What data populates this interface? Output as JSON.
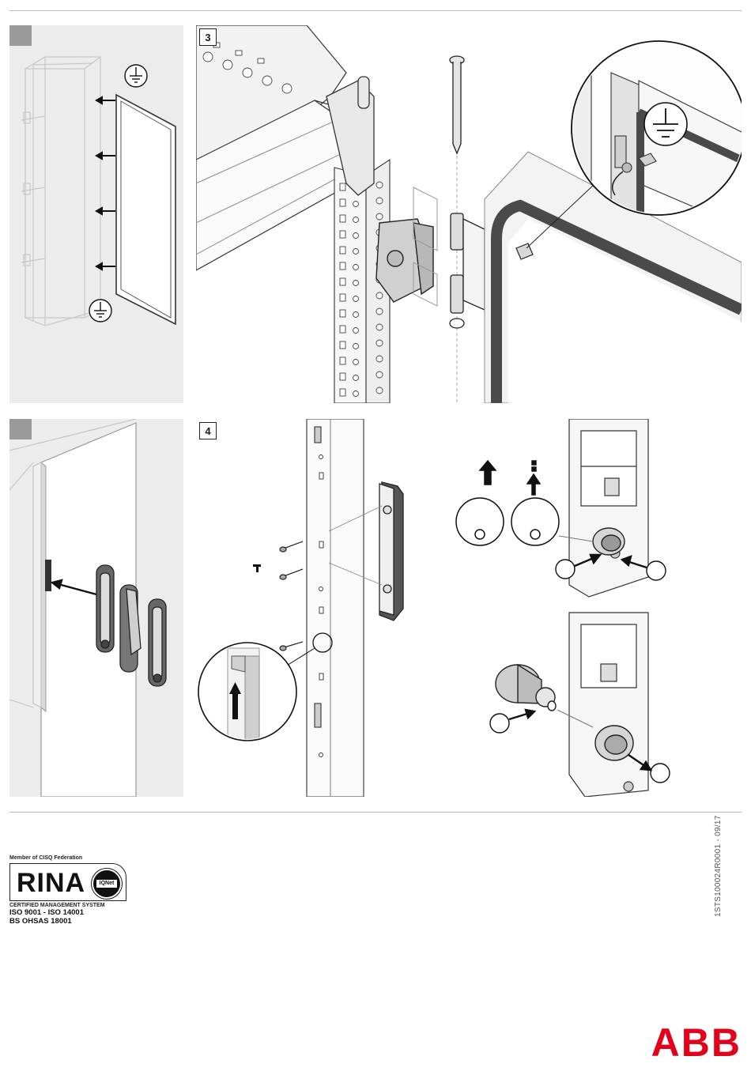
{
  "steps": [
    {
      "number": "3"
    },
    {
      "number": "4"
    }
  ],
  "document_code": "1STS100024R0001 - 09/17",
  "certification": {
    "member_text": "Member of CISQ Federation",
    "logo_text": "RINA",
    "badge_text": "IQNet",
    "system_text": "CERTIFIED MANAGEMENT SYSTEM",
    "standards_line1": "ISO 9001 - ISO 14001",
    "standards_line2": "BS OHSAS 18001"
  },
  "brand": {
    "logo_text": "ABB",
    "color": "#e2001a"
  },
  "icons": [
    "ground-symbol-icon",
    "arrow-icon",
    "magnifier-icon"
  ]
}
